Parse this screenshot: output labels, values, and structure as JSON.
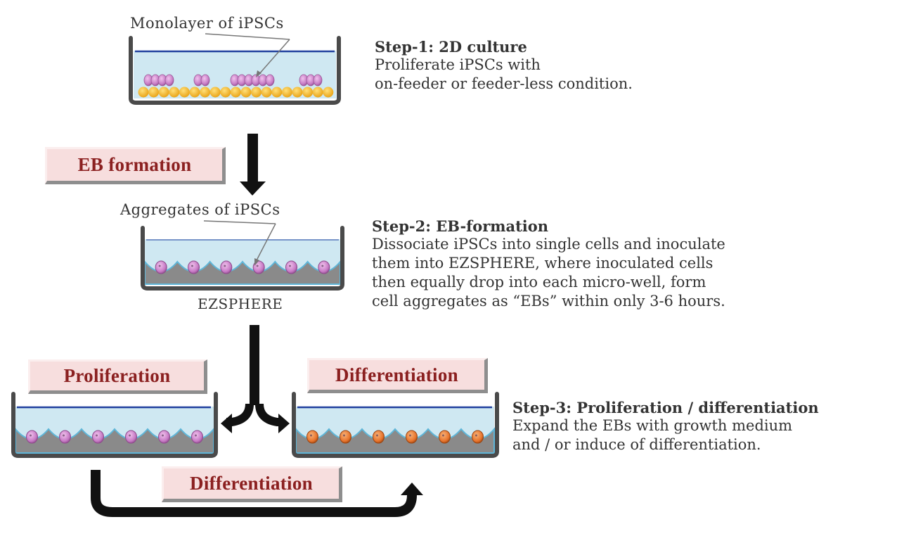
{
  "diagram": {
    "dish1_label": "Monolayer of iPSCs",
    "dish2_label": "Aggregates of iPSCs",
    "dish2_caption": "EZSPHERE",
    "eb_button": "EB formation",
    "proliferation_button": "Proliferation",
    "differentiation_button_right": "Differentiation",
    "differentiation_button_bottom": "Differentiation"
  },
  "steps": [
    {
      "title": "Step-1: 2D culture",
      "lines": [
        "Proliferate iPSCs with",
        "on-feeder or feeder-less condition."
      ]
    },
    {
      "title": "Step-2: EB-formation",
      "lines": [
        "Dissociate iPSCs into single cells and inoculate",
        "them into EZSPHERE, where inoculated cells",
        "then equally drop into each micro-well, form",
        "cell aggregates as “EBs” within only 3-6 hours."
      ]
    },
    {
      "title": "Step-3: Proliferation / differentiation",
      "lines": [
        "Expand the EBs with growth medium",
        "and / or induce of differentiation."
      ]
    }
  ],
  "colors": {
    "medium": "#cfe8f2",
    "medium_line": "#1f3f9e",
    "dish_wall": "#4a4a4a",
    "dish_base": "#8a8a8a",
    "feeder": "#f2b21c",
    "ipsc": "#c77bc5",
    "differentiated": "#e8742c",
    "button_face": "#f7dede",
    "button_text": "#8b2020"
  }
}
